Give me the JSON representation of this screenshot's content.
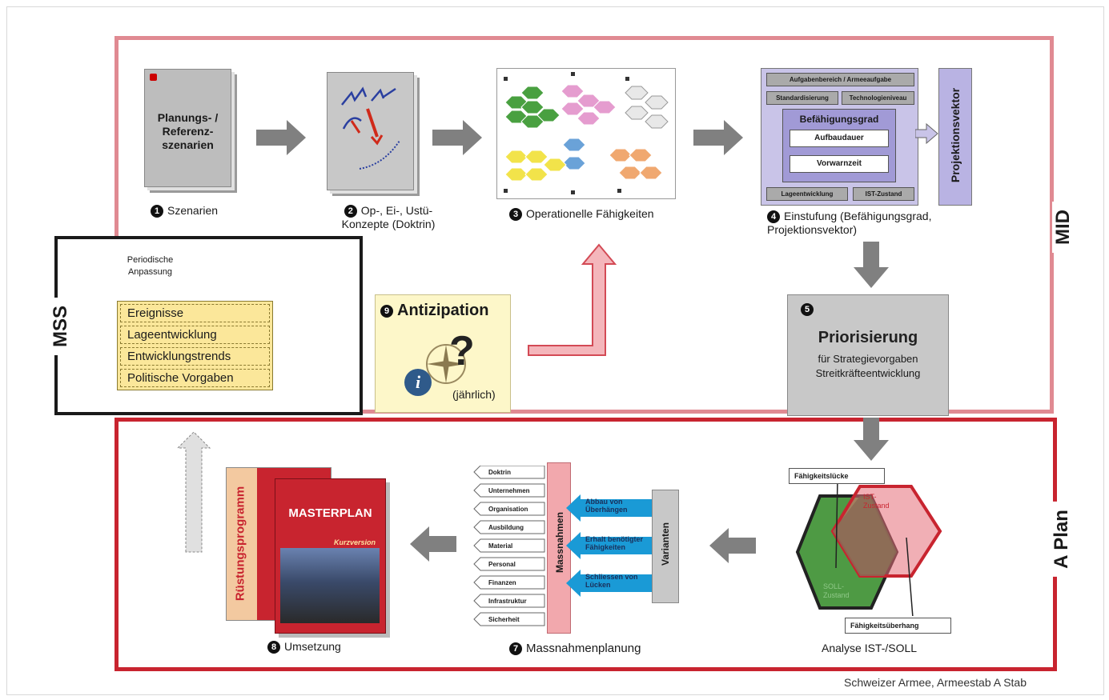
{
  "labels": {
    "mid": "MID",
    "mss": "MSS",
    "aplan": "A Plan"
  },
  "step1": {
    "doc_text": "Planungs- / Referenz-szenarien",
    "caption": "Szenarien",
    "num": "1"
  },
  "step2": {
    "caption": "Op-, Ei-, Ustü-Konzepte (Doktrin)",
    "num": "2"
  },
  "step3": {
    "caption": "Operationelle Fähigkeiten",
    "num": "3"
  },
  "step4": {
    "caption": "Einstufung (Befähigungsgrad, Projektionsvektor)",
    "num": "4",
    "top": "Aufgabenbereich / Armeeaufgabe",
    "standardisierung": "Standardisierung",
    "technologieniveau": "Technologieniveau",
    "befaehigungsgrad": "Befähigungsgrad",
    "aufbaudauer": "Aufbaudauer",
    "vorwarnzeit": "Vorwarnzeit",
    "lageentwicklung": "Lageentwicklung",
    "ist_zustand": "IST-Zustand",
    "projektionsvektor": "Projektionsvektor"
  },
  "step5": {
    "num": "5",
    "title": "Priorisierung",
    "line1": "für Strategievorgaben",
    "line2": "Streitkräfteentwicklung"
  },
  "mss": {
    "periodic": "Periodische Anpassung",
    "items": [
      "Ereignisse",
      "Lageentwicklung",
      "Entwicklungstrends",
      "Politische Vorgaben"
    ]
  },
  "step9": {
    "num": "9",
    "title": "Antizipation",
    "sub": "(jährlich)",
    "info": "i",
    "question": "?"
  },
  "step6": {
    "caption": "Analyse IST-/SOLL",
    "gap": "Fähigkeitslücke",
    "surplus": "Fähigkeitsüberhang",
    "ist": "IST-Zustand",
    "soll": "SOLL-Zustand"
  },
  "step7": {
    "num": "7",
    "caption": "Massnahmenplanung",
    "items": [
      "Doktrin",
      "Unternehmen",
      "Organisation",
      "Ausbildung",
      "Material",
      "Personal",
      "Finanzen",
      "Infrastruktur",
      "Sicherheit"
    ],
    "massnahmen": "Massnahmen",
    "varianten": "Varianten",
    "actions": [
      "Abbau von Überhängen",
      "Erhalt benötigter Fähigkeiten",
      "Schliessen von Lücken"
    ]
  },
  "step8": {
    "num": "8",
    "caption": "Umsetzung",
    "ruestung": "Rüstungsprogramm",
    "masterplan": "MASTERPLAN",
    "kurzversion": "Kurzversion"
  },
  "credit": "Schweizer Armee, Armeestab A Stab",
  "colors": {
    "mid": "#e08a92",
    "aplan": "#c8242f",
    "arrow": "#7a7a7a",
    "blue": "#1a9ad6"
  }
}
